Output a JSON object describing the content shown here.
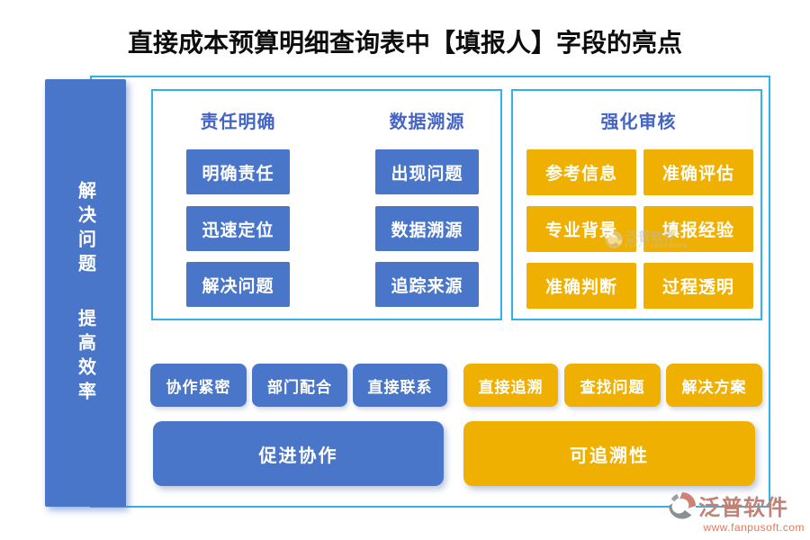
{
  "title": "直接成本预算明细查询表中【填报人】字段的亮点",
  "sidebar": {
    "line1": "解决问题",
    "line2": "提高效率"
  },
  "groups": [
    {
      "header": "责任明确",
      "items": [
        "明确责任",
        "迅速定位",
        "解决问题"
      ]
    },
    {
      "header": "数据溯源",
      "items": [
        "出现问题",
        "数据溯源",
        "追踪来源"
      ]
    },
    {
      "header": "强化审核",
      "items": [
        "参考信息",
        "准确评估",
        "专业背景",
        "填报经验",
        "准确判断",
        "过程透明"
      ]
    }
  ],
  "middle_row": {
    "blue": [
      "协作紧密",
      "部门配合",
      "直接联系"
    ],
    "yellow": [
      "直接追溯",
      "查找问题",
      "解决方案"
    ]
  },
  "bottom_row": {
    "blue": "促进协作",
    "yellow": "可追溯性"
  },
  "watermark": {
    "brand": "泛普软件",
    "sub": "FANPU SOFTWARE"
  },
  "footer": {
    "brand": "泛普软件",
    "url": "www.fanpusoft.com"
  },
  "colors": {
    "button_blue": "#4a76c9",
    "button_yellow": "#f0b001",
    "frame_border": "#2fb3e8",
    "header_text": "#4565c6",
    "brand_text": "#c08276",
    "url_text": "#e87856"
  }
}
